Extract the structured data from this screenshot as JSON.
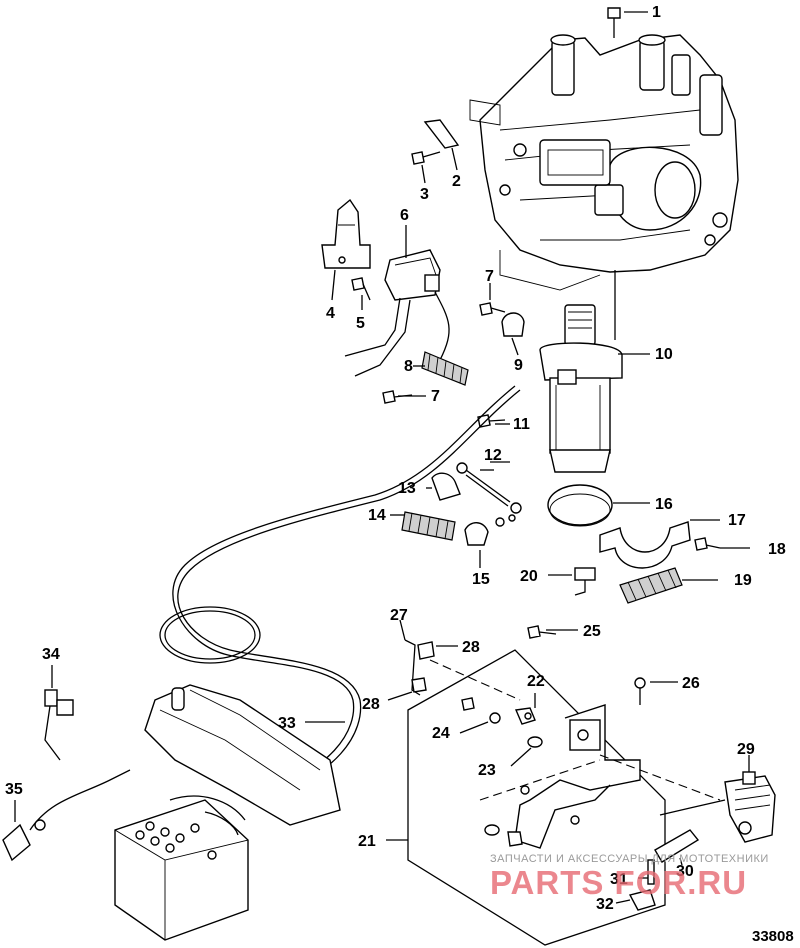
{
  "figure_id": "33808",
  "watermark": {
    "subtitle": "ЗАПЧАСТИ И АКСЕССУАРЫ ДЛЯ МОТОТЕХНИКИ",
    "logo": "PARTS FOR.RU"
  },
  "callouts": {
    "c1": "1",
    "c2": "2",
    "c3": "3",
    "c4": "4",
    "c5": "5",
    "c6": "6",
    "c7a": "7",
    "c7b": "7",
    "c8": "8",
    "c9": "9",
    "c10": "10",
    "c11": "11",
    "c12": "12",
    "c13": "13",
    "c14": "14",
    "c15": "15",
    "c16": "16",
    "c17": "17",
    "c18": "18",
    "c19": "19",
    "c20": "20",
    "c21": "21",
    "c22": "22",
    "c23": "23",
    "c24": "24",
    "c25": "25",
    "c26": "26",
    "c27": "27",
    "c28a": "28",
    "c28b": "28",
    "c29": "29",
    "c30": "30",
    "c31": "31",
    "c32": "32",
    "c33": "33",
    "c34": "34",
    "c35": "35"
  }
}
